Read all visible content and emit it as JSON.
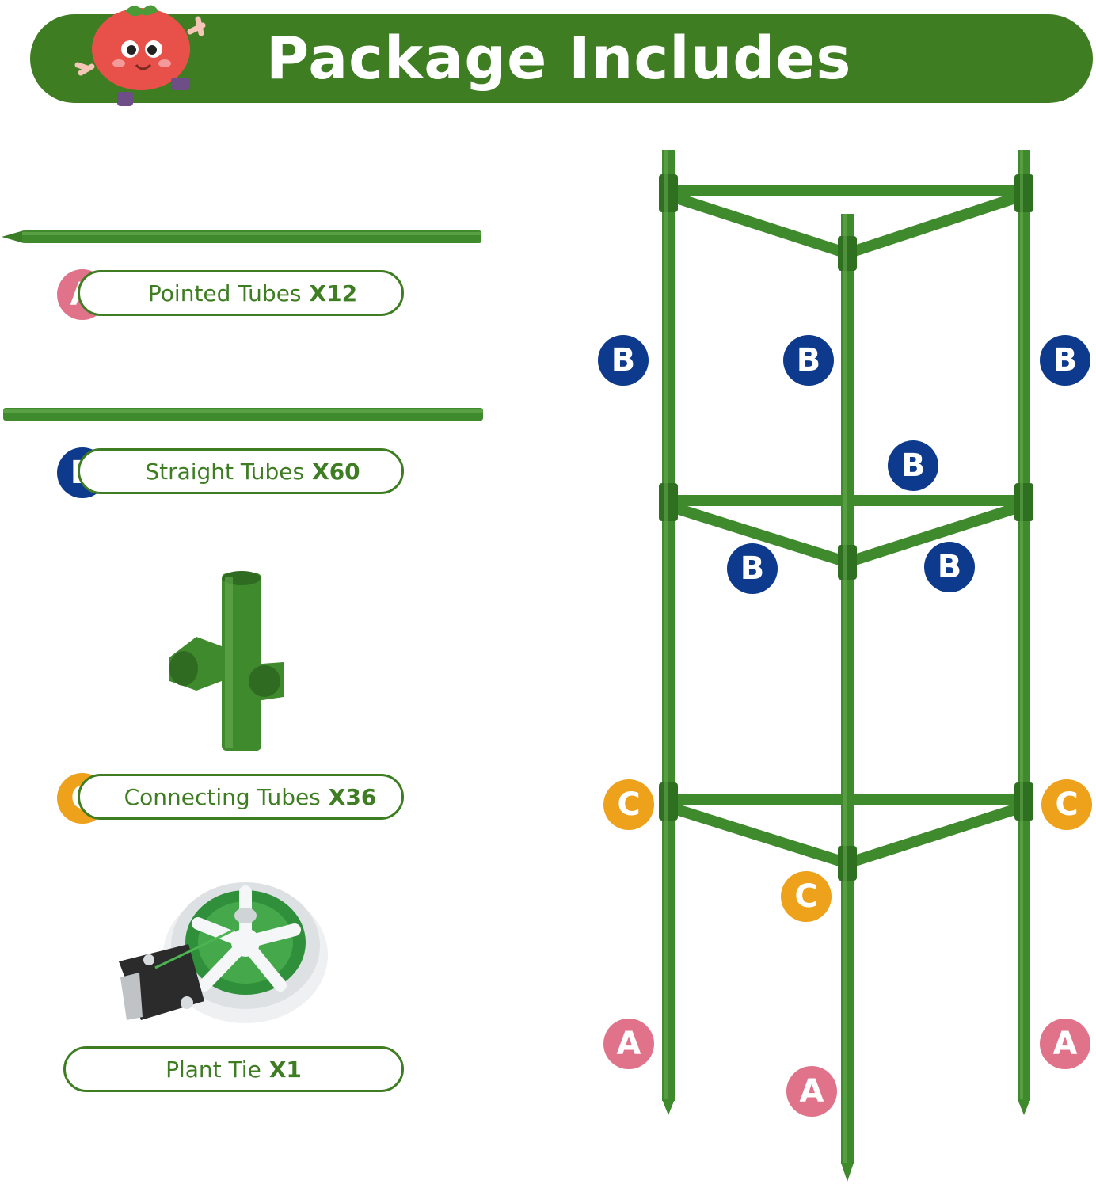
{
  "header": {
    "title": "Package Includes"
  },
  "parts": [
    {
      "letter": "A",
      "name": "Pointed Tubes",
      "qty": "X12"
    },
    {
      "letter": "B",
      "name": "Straight Tubes",
      "qty": "X60"
    },
    {
      "letter": "C",
      "name": "Connecting Tubes",
      "qty": "X36"
    },
    {
      "letter": "",
      "name": "Plant Tie",
      "qty": "X1"
    }
  ],
  "diagram_labels": {
    "a": "A",
    "b": "B",
    "c": "C"
  },
  "colors": {
    "brand_green": "#3e7d22",
    "tube_green": "#3f8a2c",
    "badge_a": "#e0728a",
    "badge_b": "#0d3a8c",
    "badge_c": "#eea11a"
  }
}
